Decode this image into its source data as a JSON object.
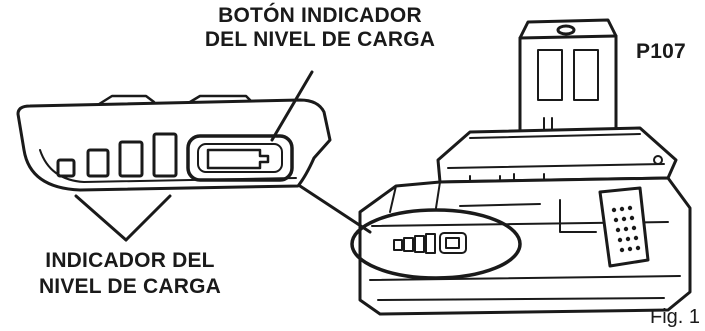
{
  "labels": {
    "button_line1": "BOTÓN INDICADOR",
    "button_line2": "DEL NIVEL DE CARGA",
    "indicator_line1": "INDICADOR DEL",
    "indicator_line2": "NIVEL DE CARGA",
    "model": "P107",
    "figure": "Fig. 1"
  },
  "colors": {
    "ink": "#1a1a1a",
    "background": "#ffffff"
  }
}
